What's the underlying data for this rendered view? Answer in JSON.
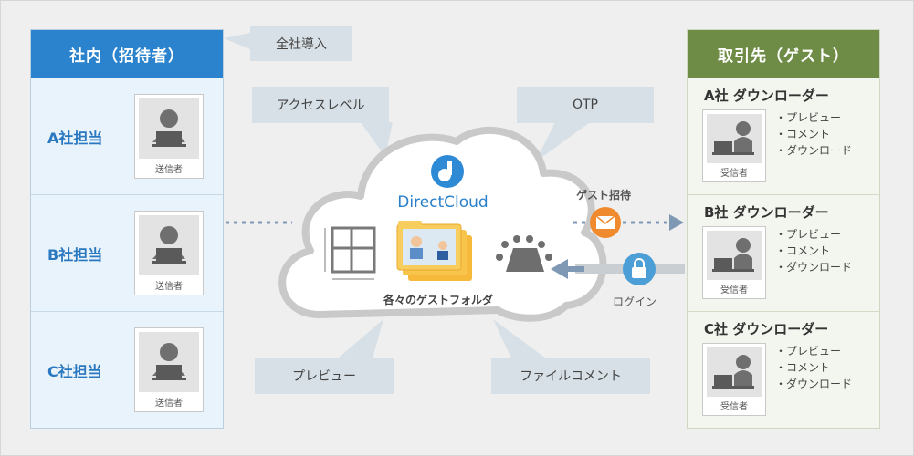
{
  "left_panel": {
    "header": "社内（招待者）",
    "rows": [
      {
        "label": "A社担当",
        "caption": "送信者"
      },
      {
        "label": "B社担当",
        "caption": "送信者"
      },
      {
        "label": "C社担当",
        "caption": "送信者"
      }
    ]
  },
  "right_panel": {
    "header": "取引先（ゲスト）",
    "rows": [
      {
        "title": "A社 ダウンローダー",
        "caption": "受信者",
        "perms": [
          "プレビュー",
          "コメント",
          "ダウンロード"
        ]
      },
      {
        "title": "B社 ダウンローダー",
        "caption": "受信者",
        "perms": [
          "プレビュー",
          "コメント",
          "ダウンロード"
        ]
      },
      {
        "title": "C社 ダウンローダー",
        "caption": "受信者",
        "perms": [
          "プレビュー",
          "コメント",
          "ダウンロード"
        ]
      }
    ]
  },
  "callouts": {
    "company_wide": "全社導入",
    "access_level": "アクセスレベル",
    "otp": "OTP",
    "preview": "プレビュー",
    "file_comment": "ファイルコメント"
  },
  "cloud": {
    "brand": "DirectCloud",
    "folder_label": "各々のゲストフォルダ"
  },
  "flows": {
    "guest_invite": "ゲスト招待",
    "login": "ログイン"
  },
  "colors": {
    "left_accent": "#2a83cc",
    "right_accent": "#6f8c47",
    "arrow": "#7f98b3",
    "mail": "#f08a2e",
    "lock": "#4c9ed6"
  }
}
